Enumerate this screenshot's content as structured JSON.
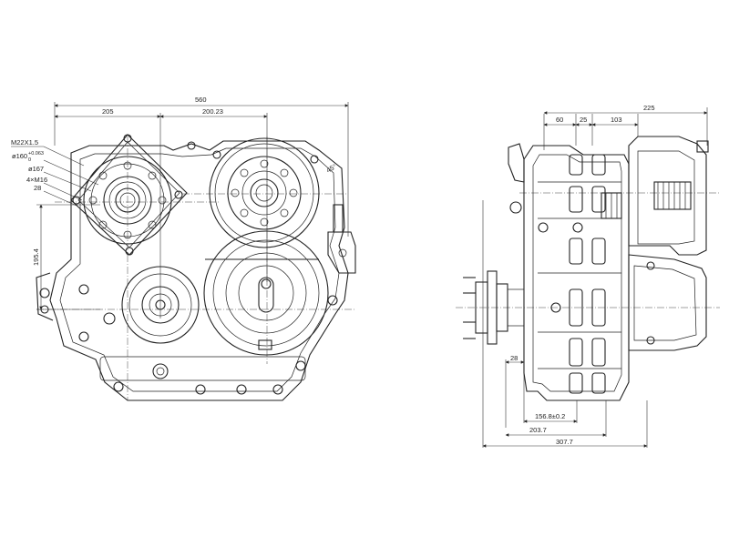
{
  "front_view": {
    "dimensions": {
      "overall_width": "560",
      "left_offset": "205",
      "shaft_spacing": "200.23",
      "height_offset": "195.4"
    },
    "callouts": {
      "thread": "M22X1.5",
      "bore_diameter": "ø160",
      "bore_tolerance": "+0.063",
      "bore_tolerance_lower": "0",
      "pitch_circle": "ø167",
      "bolt_pattern": "4×M16",
      "depth": "28"
    },
    "angle": "45°"
  },
  "side_view": {
    "dimensions": {
      "seg_a": "60",
      "seg_b": "25",
      "seg_c": "103",
      "total_top": "225",
      "flange_thickness": "28",
      "pilot": "156.8±0.2",
      "mid_length": "203.7",
      "overall_length": "307.7"
    }
  }
}
